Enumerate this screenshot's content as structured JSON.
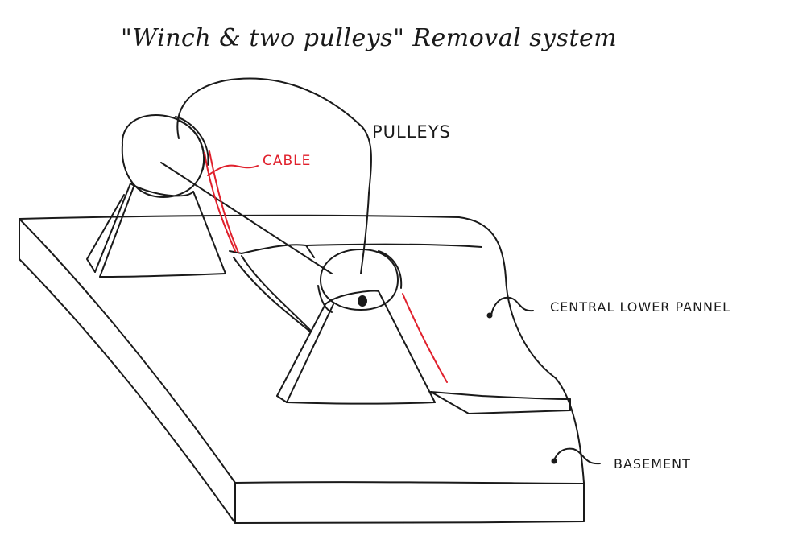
{
  "title": "\"Winch & two pulleys\" Removal system",
  "labels": {
    "pulleys": "PULLEYS",
    "cable": "CABLE",
    "central_lower_panel": "CENTRAL LOWER PANNEL",
    "basement": "BASEMENT"
  },
  "colors": {
    "ink": "#1a1a1a",
    "cable": "#e0202c",
    "paper": "#ffffff"
  }
}
